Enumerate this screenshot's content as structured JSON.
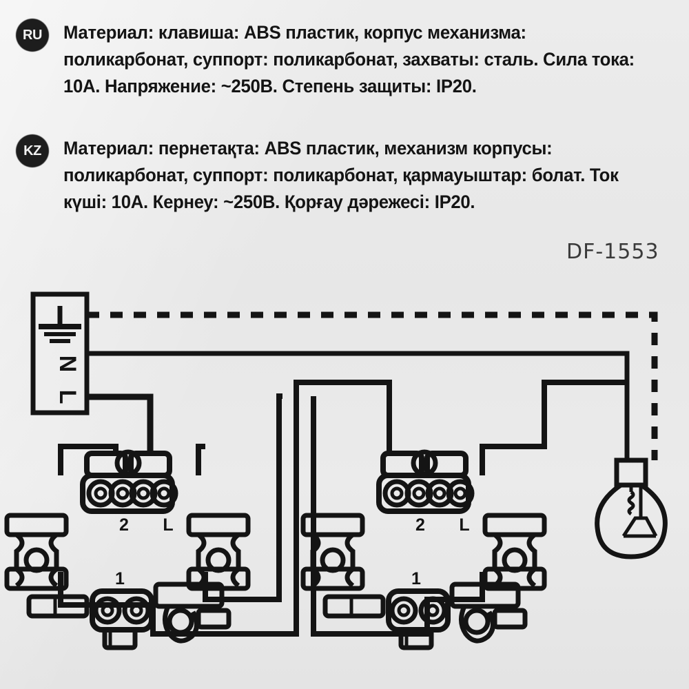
{
  "label": {
    "background_color": "#e9e9e9",
    "ink_color": "#141414",
    "model_number": "DF-1553"
  },
  "specs": [
    {
      "badge": "RU",
      "badge_name": "language-badge-ru",
      "lines": [
        "Материал: клавиша: ABS пластик, корпус",
        "механизма: поликарбонат, суппорт:",
        "поликарбонат, захваты: сталь. Сила тока: 10А.",
        "Напряжение: ~250В. Степень защиты: IP20."
      ],
      "text": "Материал: клавиша: ABS пластик, корпус механизма: поликарбонат, суппорт: поликарбонат, захваты: сталь. Сила тока: 10А. Напряжение: ~250В. Степень защиты: IP20."
    },
    {
      "badge": "KZ",
      "badge_name": "language-badge-kz",
      "lines": [
        "Материал: пернетақта: ABS пластик,",
        "механизм корпусы: поликарбонат, суппорт:",
        "поликарбонат, қармауыштар: болат.",
        "Ток күші: 10А. Кернеу: ~250В.",
        "Қорғау дәрежесі: IP20."
      ],
      "text": "Материал: пернетақта: ABS пластик, механизм корпусы: поликарбонат, суппорт: поликарбонат, қармауыштар: болат. Ток күші: 10А. Кернеу: ~250В. Қорғау дәрежесі: IP20."
    }
  ],
  "ratings": {
    "current": "10А",
    "voltage": "~250В",
    "protection": "IP20",
    "key_material": "ABS пластик",
    "body_material": "поликарбонат",
    "support_material": "поликарбонат",
    "claws_material": "сталь"
  },
  "diagram": {
    "title": "two-way switch wiring diagram",
    "terminal_block": {
      "name": "supply-terminal-block",
      "labels": [
        "⏚",
        "N",
        "L"
      ],
      "earth_label": "earth",
      "neutral_label": "N",
      "line_label": "L"
    },
    "switches": [
      {
        "name": "switch-left",
        "terminal_labels": [
          "2",
          "L",
          "1"
        ]
      },
      {
        "name": "switch-right",
        "terminal_labels": [
          "2",
          "L",
          "1"
        ]
      }
    ],
    "lamp": {
      "name": "lamp",
      "label": ""
    },
    "wires": [
      {
        "name": "earth-wire",
        "style": "dashed"
      },
      {
        "name": "neutral-wire",
        "style": "solid"
      },
      {
        "name": "line-wire",
        "style": "solid"
      },
      {
        "name": "traveler-wire-1",
        "style": "solid"
      },
      {
        "name": "traveler-wire-2",
        "style": "solid"
      }
    ]
  }
}
